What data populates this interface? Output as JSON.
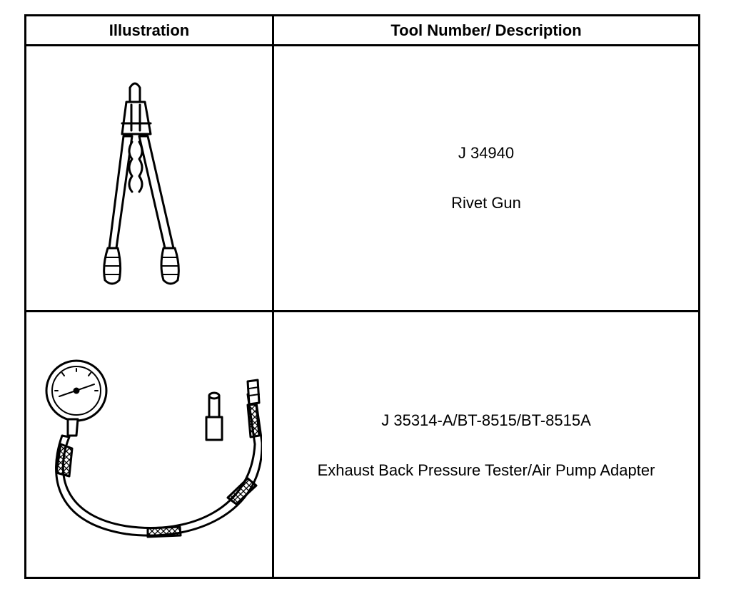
{
  "table": {
    "header": {
      "illustration": "Illustration",
      "description": "Tool Number/ Description"
    },
    "rows": [
      {
        "illustration_icon": "rivet-gun-icon",
        "tool_number": "J 34940",
        "description": "Rivet Gun"
      },
      {
        "illustration_icon": "pressure-gauge-hose-adapter-icon",
        "tool_number": "J 35314-A/BT-8515/BT-8515A",
        "description": "Exhaust Back Pressure Tester/Air Pump Adapter"
      }
    ]
  }
}
